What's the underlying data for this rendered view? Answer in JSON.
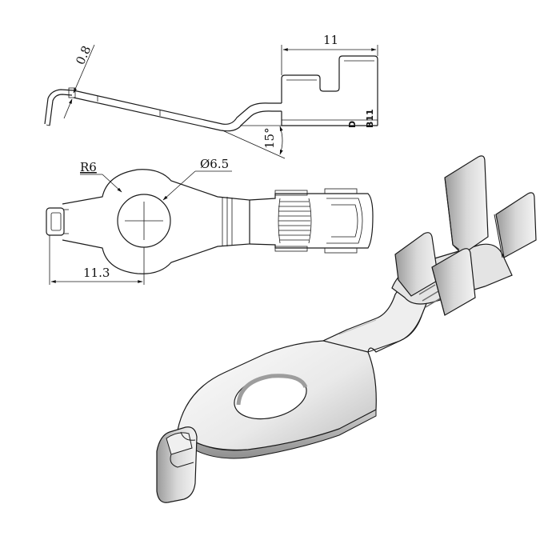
{
  "dimensions": {
    "thickness": "0.8",
    "tab_width": "11",
    "bend_angle": "15°",
    "radius": "R6",
    "hole_diameter": "Ø6.5",
    "hole_offset": "11.3"
  },
  "stamp": {
    "letter": "D",
    "code": "B11"
  },
  "colors": {
    "line": "#1a1a1a",
    "shade_light": "#f2f2f2",
    "shade_mid": "#d6d6d6",
    "shade_dark": "#a9a9a9",
    "background": "#ffffff"
  }
}
